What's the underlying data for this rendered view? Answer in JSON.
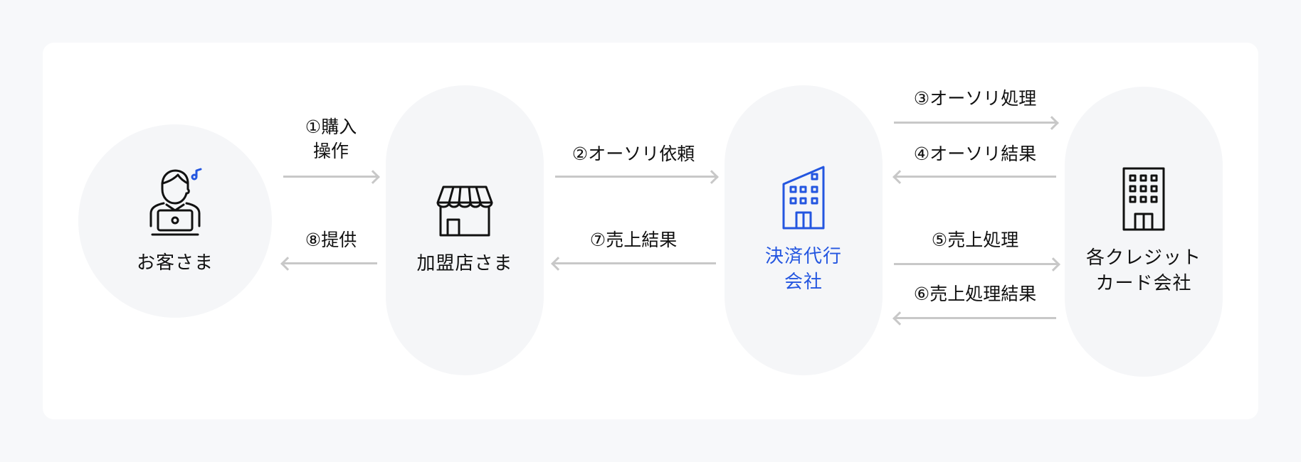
{
  "colors": {
    "accent": "#2456e0",
    "node_bg": "#f5f6f8",
    "arrow": "#c8c8c8"
  },
  "nodes": {
    "customer": {
      "label": "お客さま",
      "icon": "customer-laptop-icon"
    },
    "merchant": {
      "label": "加盟店さま",
      "icon": "storefront-icon"
    },
    "psp": {
      "label": "決済代行\n会社",
      "icon": "office-building-icon"
    },
    "card_company": {
      "label": "各クレジット\nカード会社",
      "icon": "building-icon"
    }
  },
  "arrows": {
    "a1": "①購入\n操作",
    "a8": "⑧提供",
    "a2": "②オーソリ依頼",
    "a7": "⑦売上結果",
    "a3": "③オーソリ処理",
    "a4": "④オーソリ結果",
    "a5": "⑤売上処理",
    "a6": "⑥売上処理結果"
  }
}
